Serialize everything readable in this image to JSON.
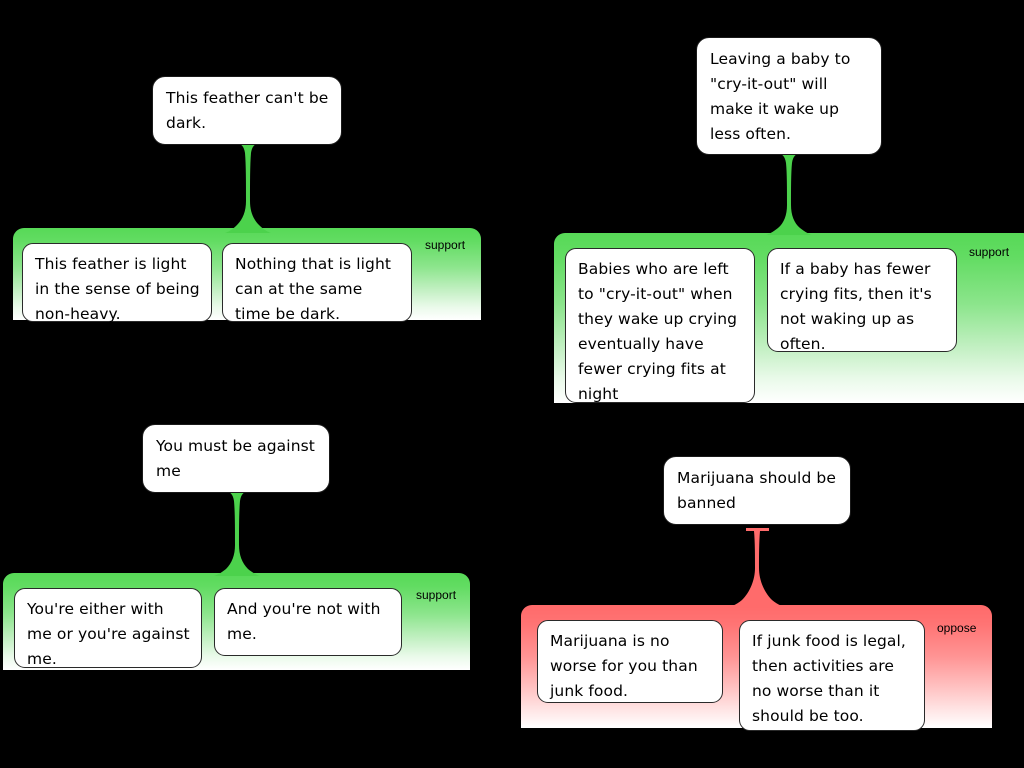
{
  "background_color": "#000000",
  "palette": {
    "support_band_top": "#57D957",
    "support_band_bottom": "#FFFFFF",
    "oppose_band_top": "#FF6A6A",
    "oppose_band_bottom": "#FFFFFF",
    "box_fill": "#FFFFFF",
    "box_border": "#1A1A1A",
    "text_color": "#000000"
  },
  "maps": [
    {
      "id": "feather-argument",
      "relation": "support",
      "relation_label": "support",
      "claim": "This feather can't be dark.",
      "premises": [
        "This feather is light in the sense of being non-heavy.",
        "Nothing that is light can at the same time be dark."
      ]
    },
    {
      "id": "cry-it-out-argument",
      "relation": "support",
      "relation_label": "support",
      "claim": "Leaving a baby to \"cry-it-out\" will make it wake up less often.",
      "premises": [
        "Babies who are left to \"cry-it-out\" when they wake up crying eventually have fewer crying fits at night",
        "If a baby has fewer crying fits, then it's not waking up as often."
      ]
    },
    {
      "id": "against-me-argument",
      "relation": "support",
      "relation_label": "support",
      "claim": "You must be against me",
      "premises": [
        "You're either with me or you're against me.",
        "And you're not with me."
      ]
    },
    {
      "id": "marijuana-argument",
      "relation": "oppose",
      "relation_label": "oppose",
      "claim": "Marijuana should be banned",
      "premises": [
        "Marijuana is no worse for you than junk food.",
        "If junk food is legal, then activities are no worse than it should be too."
      ]
    }
  ]
}
